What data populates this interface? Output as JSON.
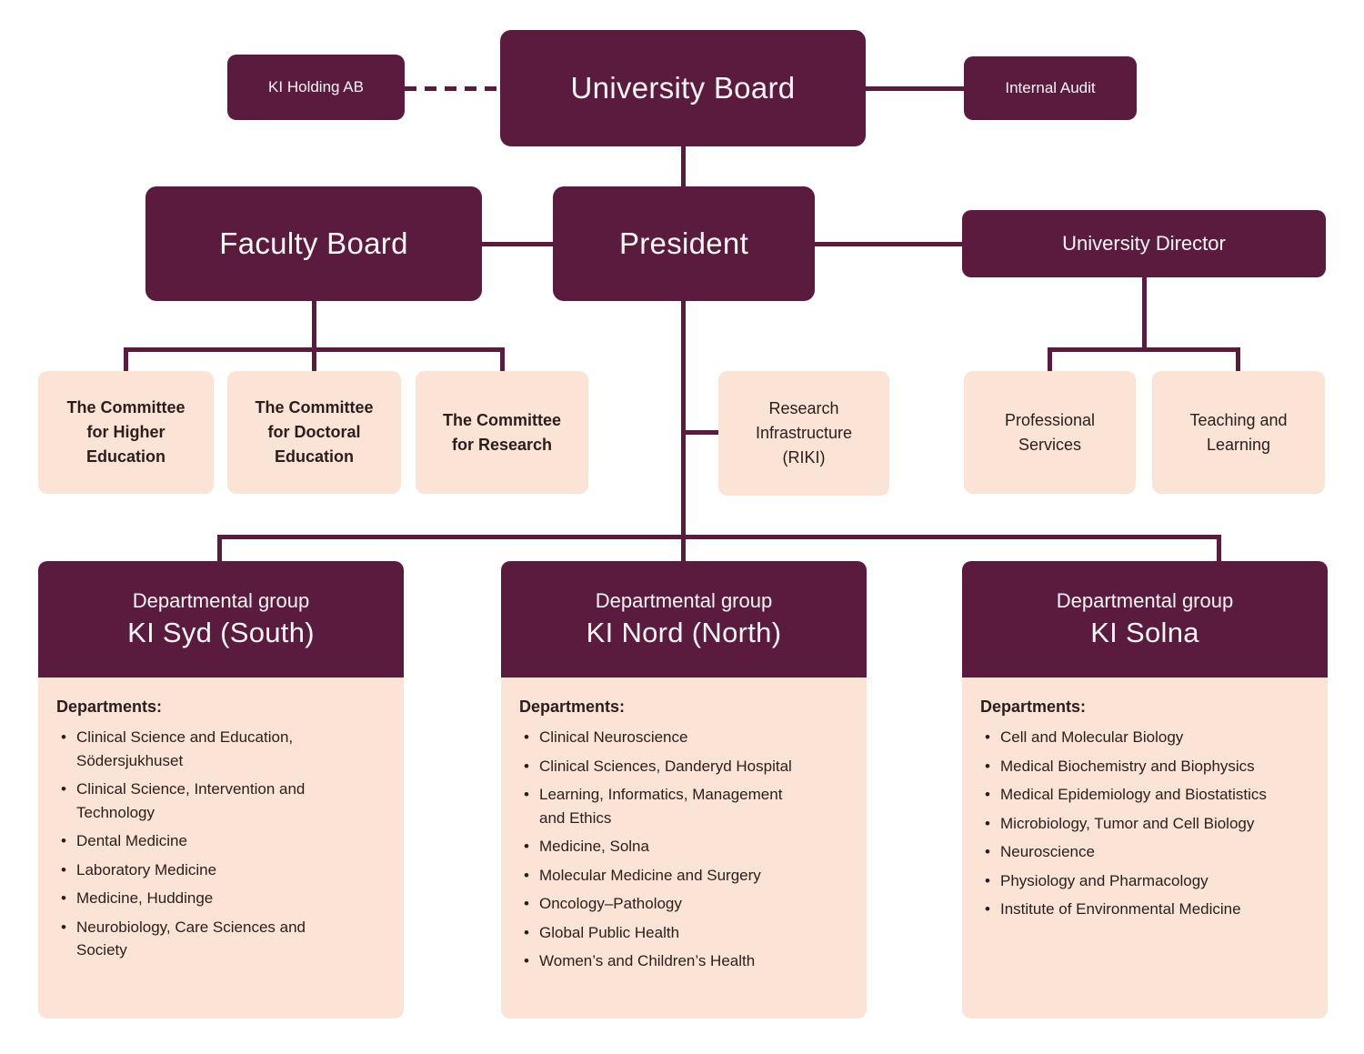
{
  "colors": {
    "plum": "#5a1b3f",
    "pink": "#fbe3d6",
    "dark_text": "#2b1d1d",
    "light_text": "#fdf6f2"
  },
  "boxes": {
    "ki_holding": "KI Holding AB",
    "university_board": "University Board",
    "internal_audit": "Internal Audit",
    "faculty_board": "Faculty Board",
    "president": "President",
    "university_director": "University Director",
    "committee_higher": "The Committee for Higher Education",
    "committee_doctoral": "The Committee for Doctoral Education",
    "committee_research": "The Committee for Research",
    "research_infrastructure": "Research Infrastructure (RIKI)",
    "professional_services": "Professional Services",
    "teaching_learning": "Teaching and Learning"
  },
  "groups": [
    {
      "subtitle": "Departmental group",
      "title": "KI Syd (South)",
      "list_heading": "Departments:",
      "departments": [
        "Clinical Science and Education, Södersjukhuset",
        "Clinical Science, Intervention and Technology",
        "Dental Medicine",
        "Laboratory Medicine",
        "Medicine, Huddinge",
        "Neurobiology, Care Sciences and Society"
      ]
    },
    {
      "subtitle": "Departmental group",
      "title": "KI Nord (North)",
      "list_heading": "Departments:",
      "departments": [
        "Clinical Neuroscience",
        "Clinical Sciences, Danderyd Hospital",
        "Learning, Informatics, Management and Ethics",
        "Medicine, Solna",
        "Molecular Medicine and Surgery",
        "Oncology–Pathology",
        "Global Public Health",
        "Women’s and Children’s Health"
      ]
    },
    {
      "subtitle": "Departmental group",
      "title": "KI Solna",
      "list_heading": "Departments:",
      "departments": [
        "Cell and Molecular Biology",
        "Medical Biochemistry and Biophysics",
        "Medical Epidemiology and Biostatistics",
        "Microbiology, Tumor and Cell Biology",
        "Neuroscience",
        "Physiology and Pharmacology",
        "Institute of Environmental Medicine"
      ]
    }
  ]
}
